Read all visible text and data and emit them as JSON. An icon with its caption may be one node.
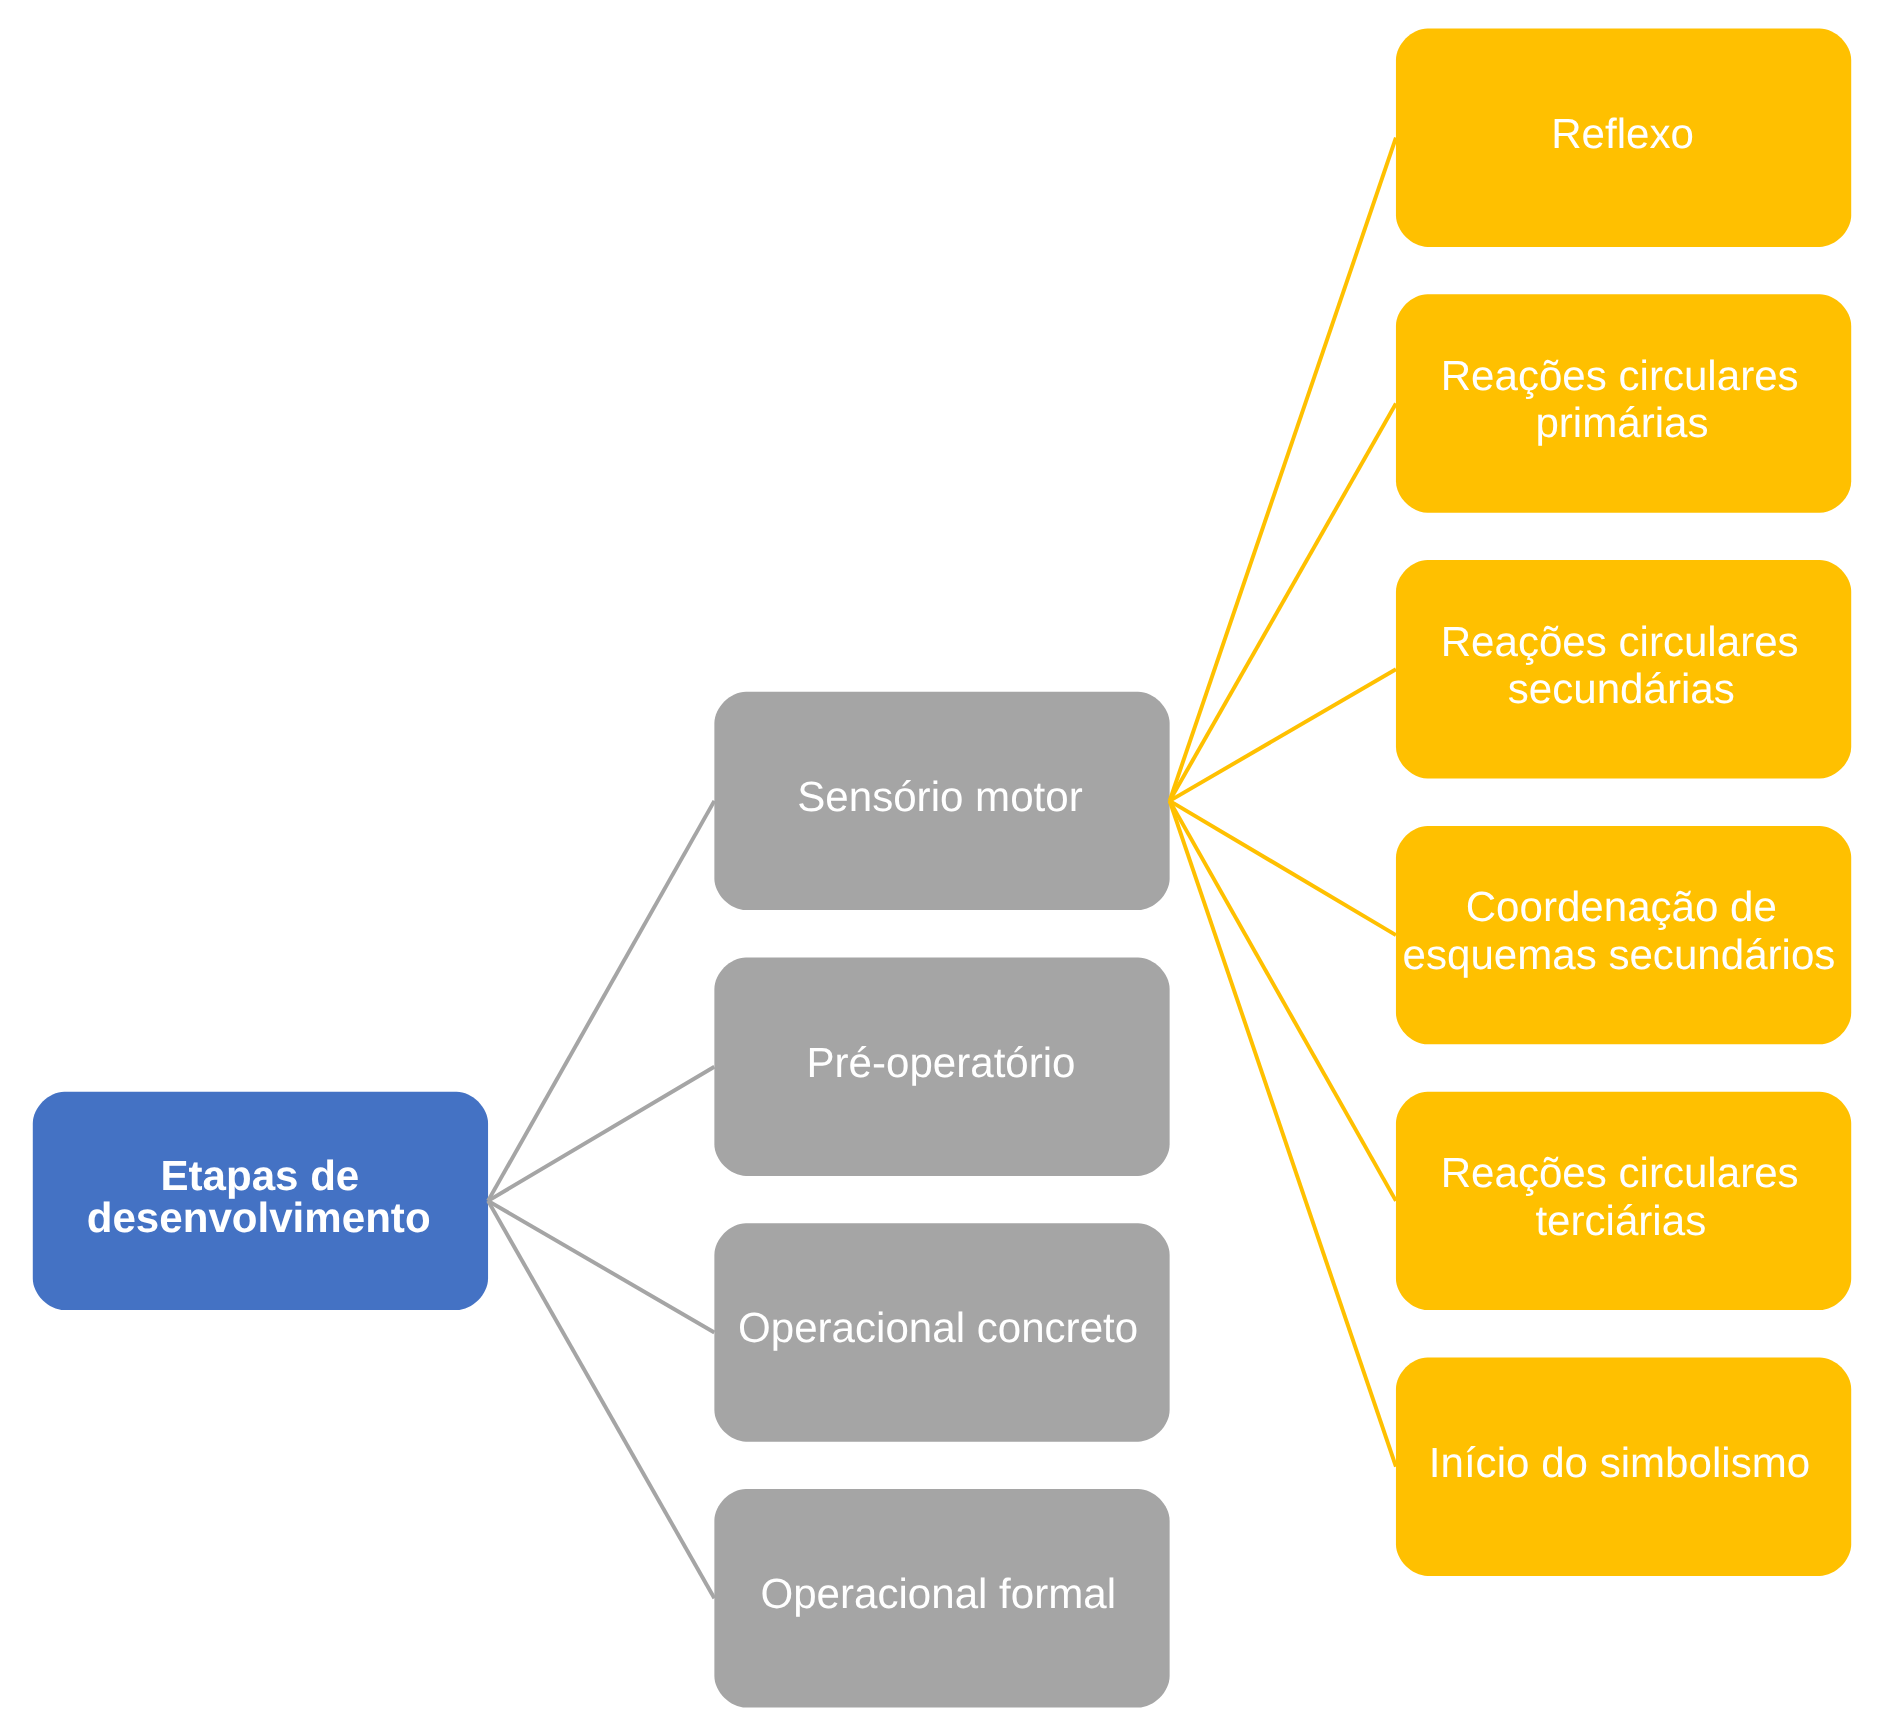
{
  "diagram": {
    "nodes": [
      {
        "text": [
          "Etapas de desenvolvimento"
        ]
      },
      {
        "text": [
          "Sensório motor"
        ]
      },
      {
        "text": [
          "Pré-operatório"
        ]
      },
      {
        "text": [
          "Operacional concreto"
        ]
      },
      {
        "text": [
          "Operacional formal"
        ]
      },
      {
        "text": [
          "Reflexo"
        ]
      },
      {
        "text": [
          "Reações circulares primárias"
        ]
      },
      {
        "text": [
          "Reações circulares secundárias"
        ]
      },
      {
        "text": [
          "Coordenação de esquemas secundários"
        ]
      },
      {
        "text": [
          "Reações circulares terciárias"
        ]
      },
      {
        "text": [
          "Início do simbolismo"
        ]
      }
    ],
    "edges": [
      {
        "from": 0,
        "to": 1,
        "arrow": "none",
        "color": "#a5a5a5"
      },
      {
        "from": 0,
        "to": 2,
        "arrow": "none",
        "color": "#a5a5a5"
      },
      {
        "from": 0,
        "to": 3,
        "arrow": "none",
        "color": "#a5a5a5"
      },
      {
        "from": 0,
        "to": 4,
        "arrow": "none",
        "color": "#a5a5a5"
      },
      {
        "from": 1,
        "to": 5,
        "arrow": "none",
        "color": "#ffc000"
      },
      {
        "from": 1,
        "to": 6,
        "arrow": "none",
        "color": "#ffc000"
      },
      {
        "from": 1,
        "to": 7,
        "arrow": "none",
        "color": "#ffc000"
      },
      {
        "from": 1,
        "to": 8,
        "arrow": "none",
        "color": "#ffc000"
      },
      {
        "from": 1,
        "to": 9,
        "arrow": "none",
        "color": "#ffc000"
      },
      {
        "from": 1,
        "to": 10,
        "arrow": "none",
        "color": "#ffc000"
      }
    ]
  }
}
